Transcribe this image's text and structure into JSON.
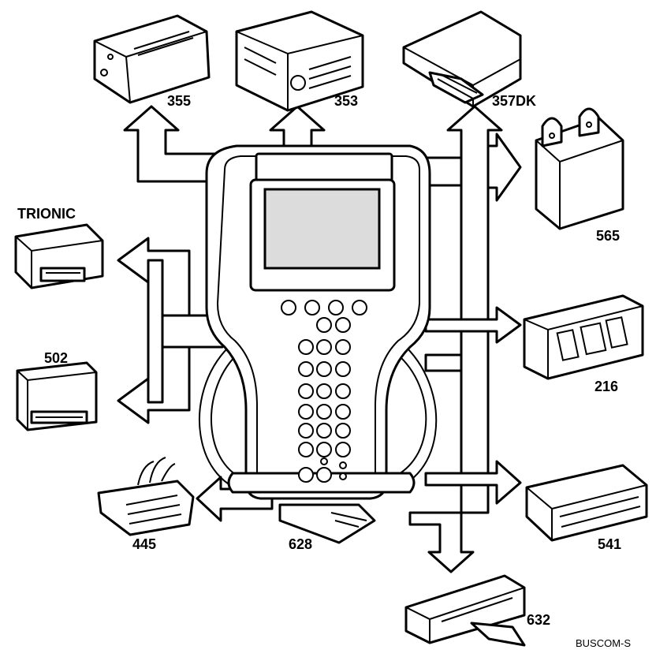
{
  "labels": {
    "m355": "355",
    "m353": "353",
    "m357dk": "357DK",
    "m565": "565",
    "trionic": "TRIONIC",
    "m502": "502",
    "m216": "216",
    "m445": "445",
    "m628": "628",
    "m541": "541",
    "m632": "632",
    "credit": "BUSCOM-S"
  },
  "colors": {
    "line": "#000000",
    "fill": "#ffffff",
    "screen": "#dcdcdc"
  }
}
